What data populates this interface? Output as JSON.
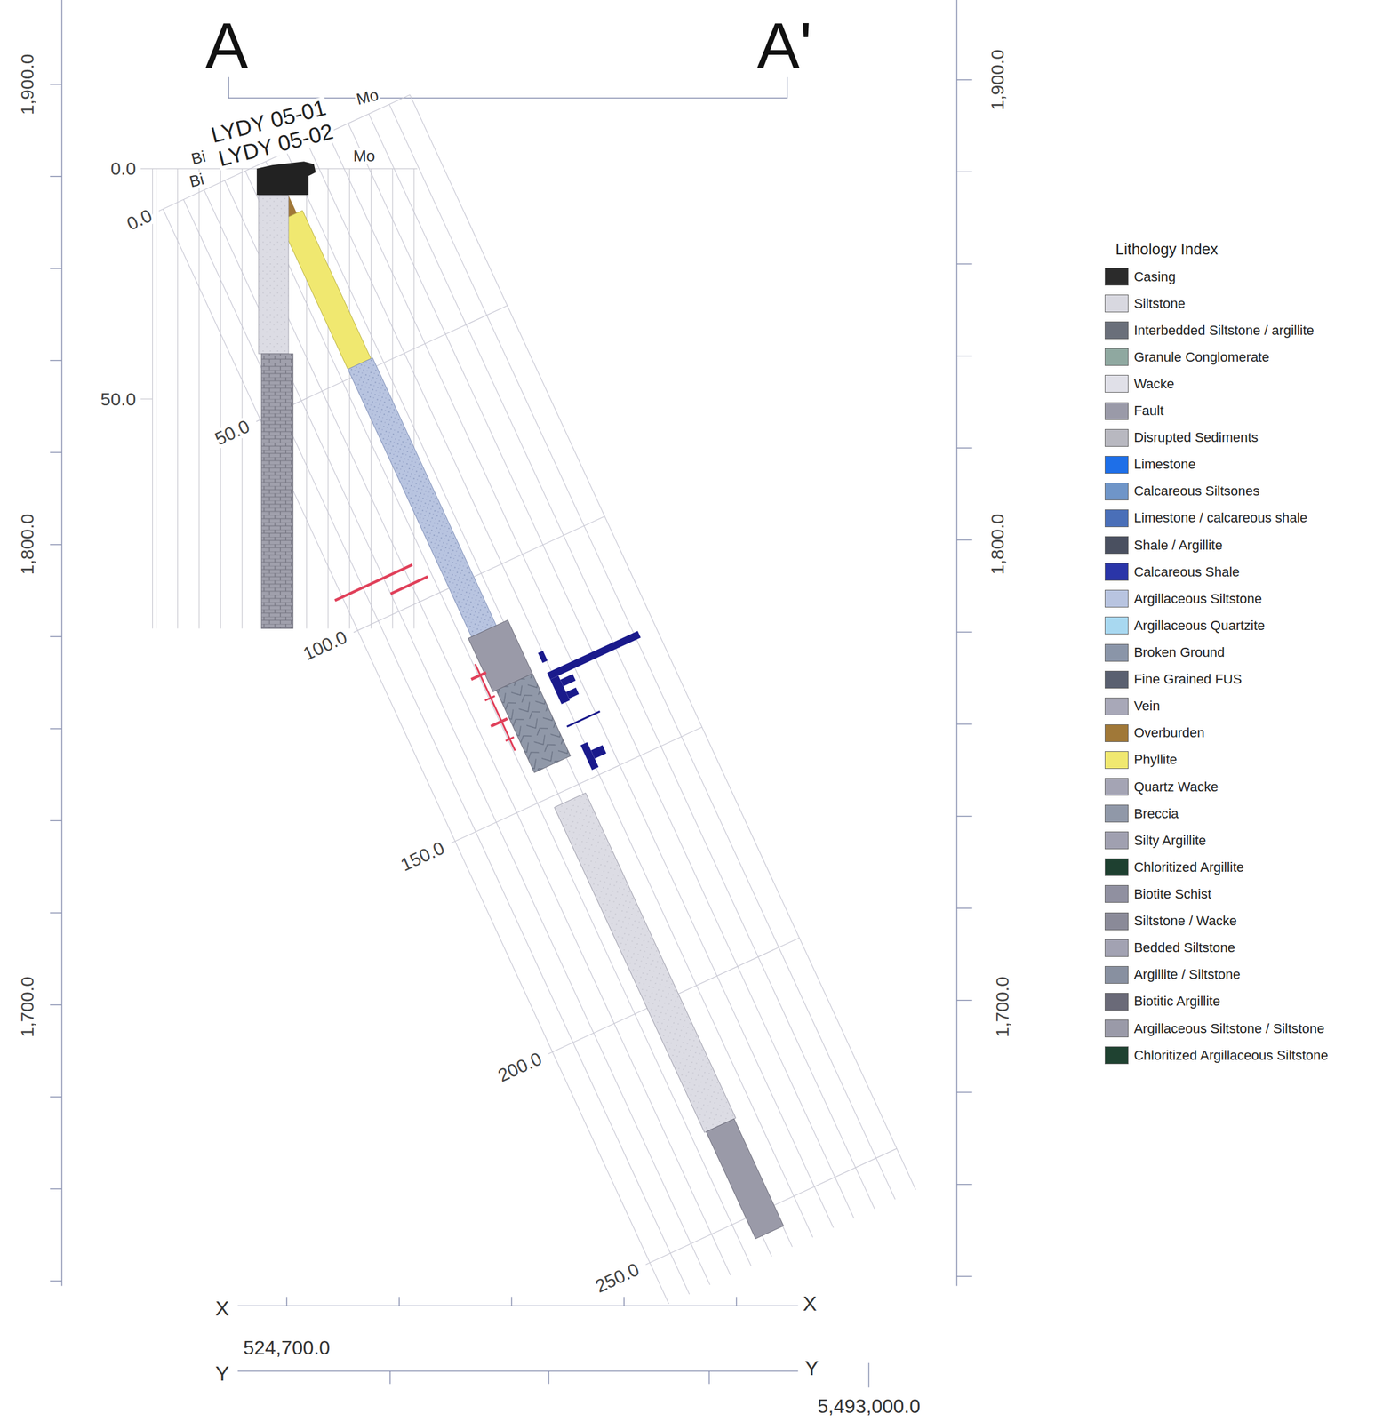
{
  "diagram": {
    "labels": [
      "A",
      "A'",
      "1,900.0",
      "1,800.0",
      "1,700.0",
      "1,900.0",
      "1,800.0",
      "1,700.0",
      "LYDY 05-01",
      "LYDY 05-02",
      "Bi",
      "Bi",
      "Mo",
      "Mo",
      "0.0",
      "50.0",
      "0.0",
      "50.0",
      "100.0",
      "150.0",
      "200.0",
      "250.0",
      "X",
      "X",
      "Y",
      "Y",
      "524,700.0",
      "5,493,000.0",
      "Lithology Index"
    ],
    "legend": [
      {
        "text": "Casing",
        "color": "#2b2b2b"
      },
      {
        "text": "Siltstone",
        "color": "#d8d8e0"
      },
      {
        "text": "Interbedded Siltstone / argillite",
        "color": "#6a6f7a"
      },
      {
        "text": "Granule Conglomerate",
        "color": "#8fa8a0"
      },
      {
        "text": "Wacke",
        "color": "#e0e0e8"
      },
      {
        "text": "Fault",
        "color": "#9a9aa8"
      },
      {
        "text": "Disrupted Sediments",
        "color": "#b8b8c0"
      },
      {
        "text": "Limestone",
        "color": "#1e6fe8"
      },
      {
        "text": "Calcareous Siltsones",
        "color": "#6f95c8"
      },
      {
        "text": "Limestone / calcareous shale",
        "color": "#4a6fb8"
      },
      {
        "text": "Shale / Argillite",
        "color": "#4a5060"
      },
      {
        "text": "Calcareous Shale",
        "color": "#2a35a8"
      },
      {
        "text": "Argillaceous Siltstone",
        "color": "#b8c4e0"
      },
      {
        "text": "Argillaceous Quartzite",
        "color": "#a8d8f0"
      },
      {
        "text": "Broken Ground",
        "color": "#8a95a8"
      },
      {
        "text": "Fine Grained FUS",
        "color": "#5a6070"
      },
      {
        "text": "Vein",
        "color": "#a8a8b8"
      },
      {
        "text": "Overburden",
        "color": "#a07838"
      },
      {
        "text": "Phyllite",
        "color": "#f0e870"
      },
      {
        "text": "Quartz Wacke",
        "color": "#a4a4b4"
      },
      {
        "text": "Breccia",
        "color": "#9098a8"
      },
      {
        "text": "Silty Argillite",
        "color": "#a0a0b0"
      },
      {
        "text": "Chloritized Argillite",
        "color": "#1e4030"
      },
      {
        "text": "Biotite Schist",
        "color": "#9090a0"
      },
      {
        "text": "Siltstone / Wacke",
        "color": "#8a8a98"
      },
      {
        "text": "Bedded Siltstone",
        "color": "#a2a2b2"
      },
      {
        "text": "Argillite / Siltstone",
        "color": "#8890a0"
      },
      {
        "text": "Biotitic Argillite",
        "color": "#6a6a78"
      },
      {
        "text": "Argillaceous Siltstone / Siltstone",
        "color": "#9a9aa8"
      },
      {
        "text": "Chloritized Argillaceous Siltstone",
        "color": "#1f4231"
      }
    ]
  }
}
